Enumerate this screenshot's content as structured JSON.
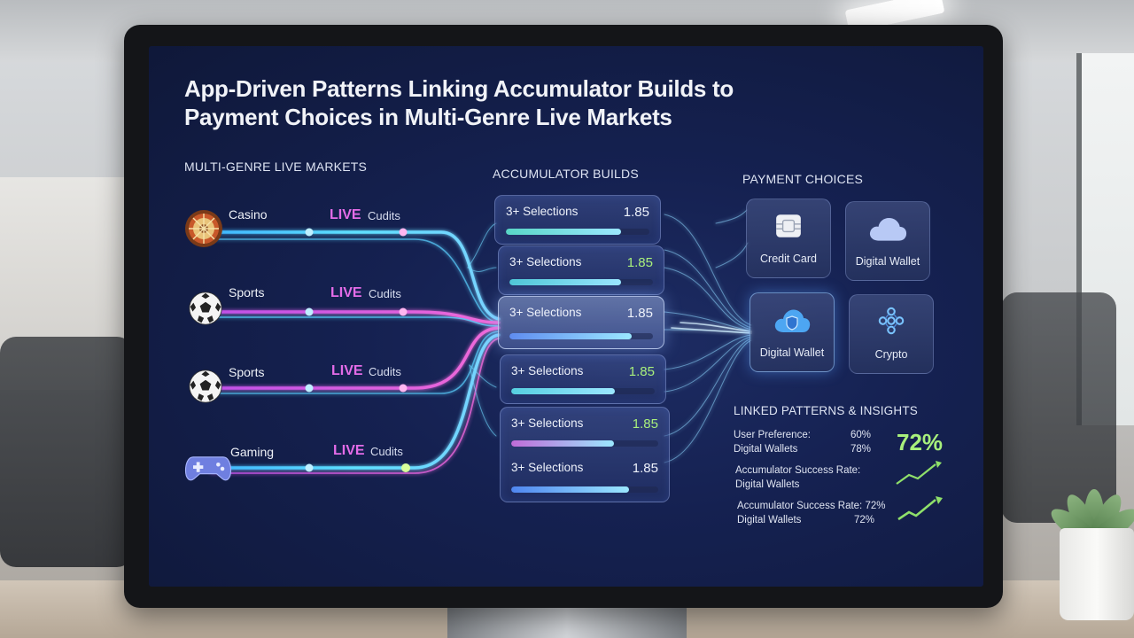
{
  "title": "App-Driven Patterns Linking Accumulator Builds to Payment Choices in Multi-Genre Live Markets",
  "sections": {
    "markets": "MULTI-GENRE LIVE MARKETS",
    "accumulator": "ACCUMULATOR BUILDS",
    "payment": "PAYMENT CHOICES",
    "insights": "LINKED PATTERNS & INSIGHTS"
  },
  "markets": [
    {
      "name": "Casino",
      "icon": "roulette-icon",
      "live": "LIVE",
      "credits": "Cudits"
    },
    {
      "name": "Sports",
      "icon": "soccer-ball-icon",
      "live": "LIVE",
      "credits": "Cudits"
    },
    {
      "name": "Sports",
      "icon": "soccer-ball-icon",
      "live": "LIVE",
      "credits": "Cudits"
    },
    {
      "name": "Gaming",
      "icon": "gamepad-icon",
      "live": "LIVE",
      "credits": "Cudits"
    }
  ],
  "accumulators": [
    {
      "label": "3+ Selections",
      "odds": "1.85",
      "odds_color": "white",
      "fill": 0.8,
      "color": "#59d6c6"
    },
    {
      "label": "3+ Selections",
      "odds": "1.85",
      "odds_color": "green",
      "fill": 0.78,
      "color": "#4fc7d6"
    },
    {
      "label": "3+ Selections",
      "odds": "1.85",
      "odds_color": "white",
      "fill": 0.85,
      "color": "#5f8cf0",
      "highlight": true
    },
    {
      "label": "3+ Selections",
      "odds": "1.85",
      "odds_color": "green",
      "fill": 0.72,
      "color": "#56cfe0"
    },
    {
      "label": "3+ Selections",
      "odds": "1.85",
      "odds_color": "green",
      "fill": 0.7,
      "color": "#c06cd8"
    },
    {
      "label": "3+ Selections",
      "odds": "1.85",
      "odds_color": "white",
      "fill": 0.8,
      "color": "#4f86f0"
    }
  ],
  "payments": [
    {
      "label": "Credit Card",
      "icon": "credit-card-chip-icon"
    },
    {
      "label": "Digital Wallet",
      "icon": "cloud-wallet-icon"
    },
    {
      "label": "Digital Wallet",
      "icon": "cloud-shield-icon",
      "highlight": true
    },
    {
      "label": "Crypto",
      "icon": "crypto-network-icon"
    }
  ],
  "insights": {
    "row1": {
      "line1": "User Preference:",
      "line2": "Digital Wallets",
      "val1": "60%",
      "val2": "78%",
      "big": "72%"
    },
    "row2": {
      "line1": "Accumulator Success Rate:",
      "line2": "Digital Wallets"
    },
    "row3": {
      "line1": "Accumulator Success Rate: 72%",
      "line2": "Digital Wallets",
      "val2": "72%"
    }
  },
  "colors": {
    "accent_green": "#a8f07c",
    "live_pink": "#e46ce8",
    "flow_cyan": "#4fd6ff",
    "flow_magenta": "#e25ae0",
    "screen_bg": "#152151"
  }
}
